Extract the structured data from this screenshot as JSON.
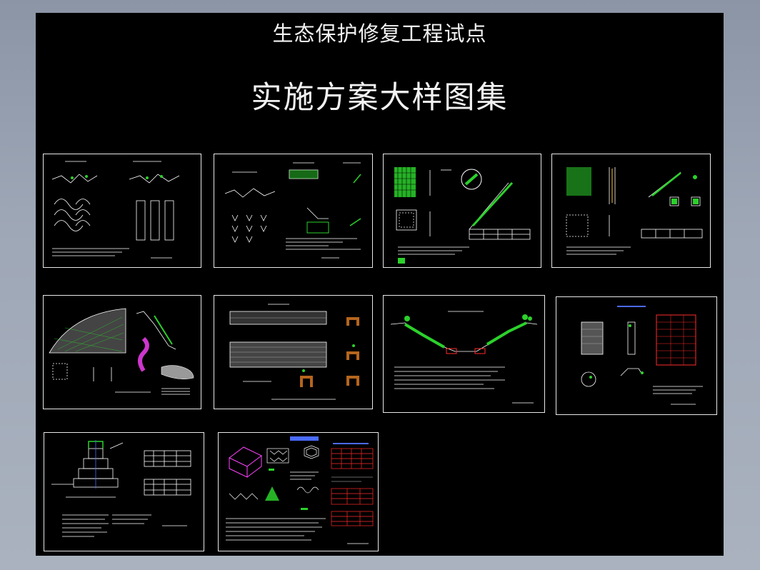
{
  "drawing": {
    "title_line1": "生态保护修复工程试点",
    "title_line2": "实施方案大样图集"
  },
  "sheets": [
    {
      "id": "s1"
    },
    {
      "id": "s2"
    },
    {
      "id": "s3"
    },
    {
      "id": "s4"
    },
    {
      "id": "s5"
    },
    {
      "id": "s6"
    },
    {
      "id": "s7"
    },
    {
      "id": "s8"
    },
    {
      "id": "s9"
    },
    {
      "id": "s10"
    }
  ],
  "colors": {
    "background": "#000000",
    "frame": "#e8e8e8",
    "line_white": "#ffffff",
    "hatch_green": "#2bd12b",
    "accent_red": "#ff2a2a",
    "accent_blue": "#4a6bff",
    "accent_magenta": "#ff44ff",
    "accent_brown": "#b5651d",
    "app_bg": "#9ea7b6"
  }
}
